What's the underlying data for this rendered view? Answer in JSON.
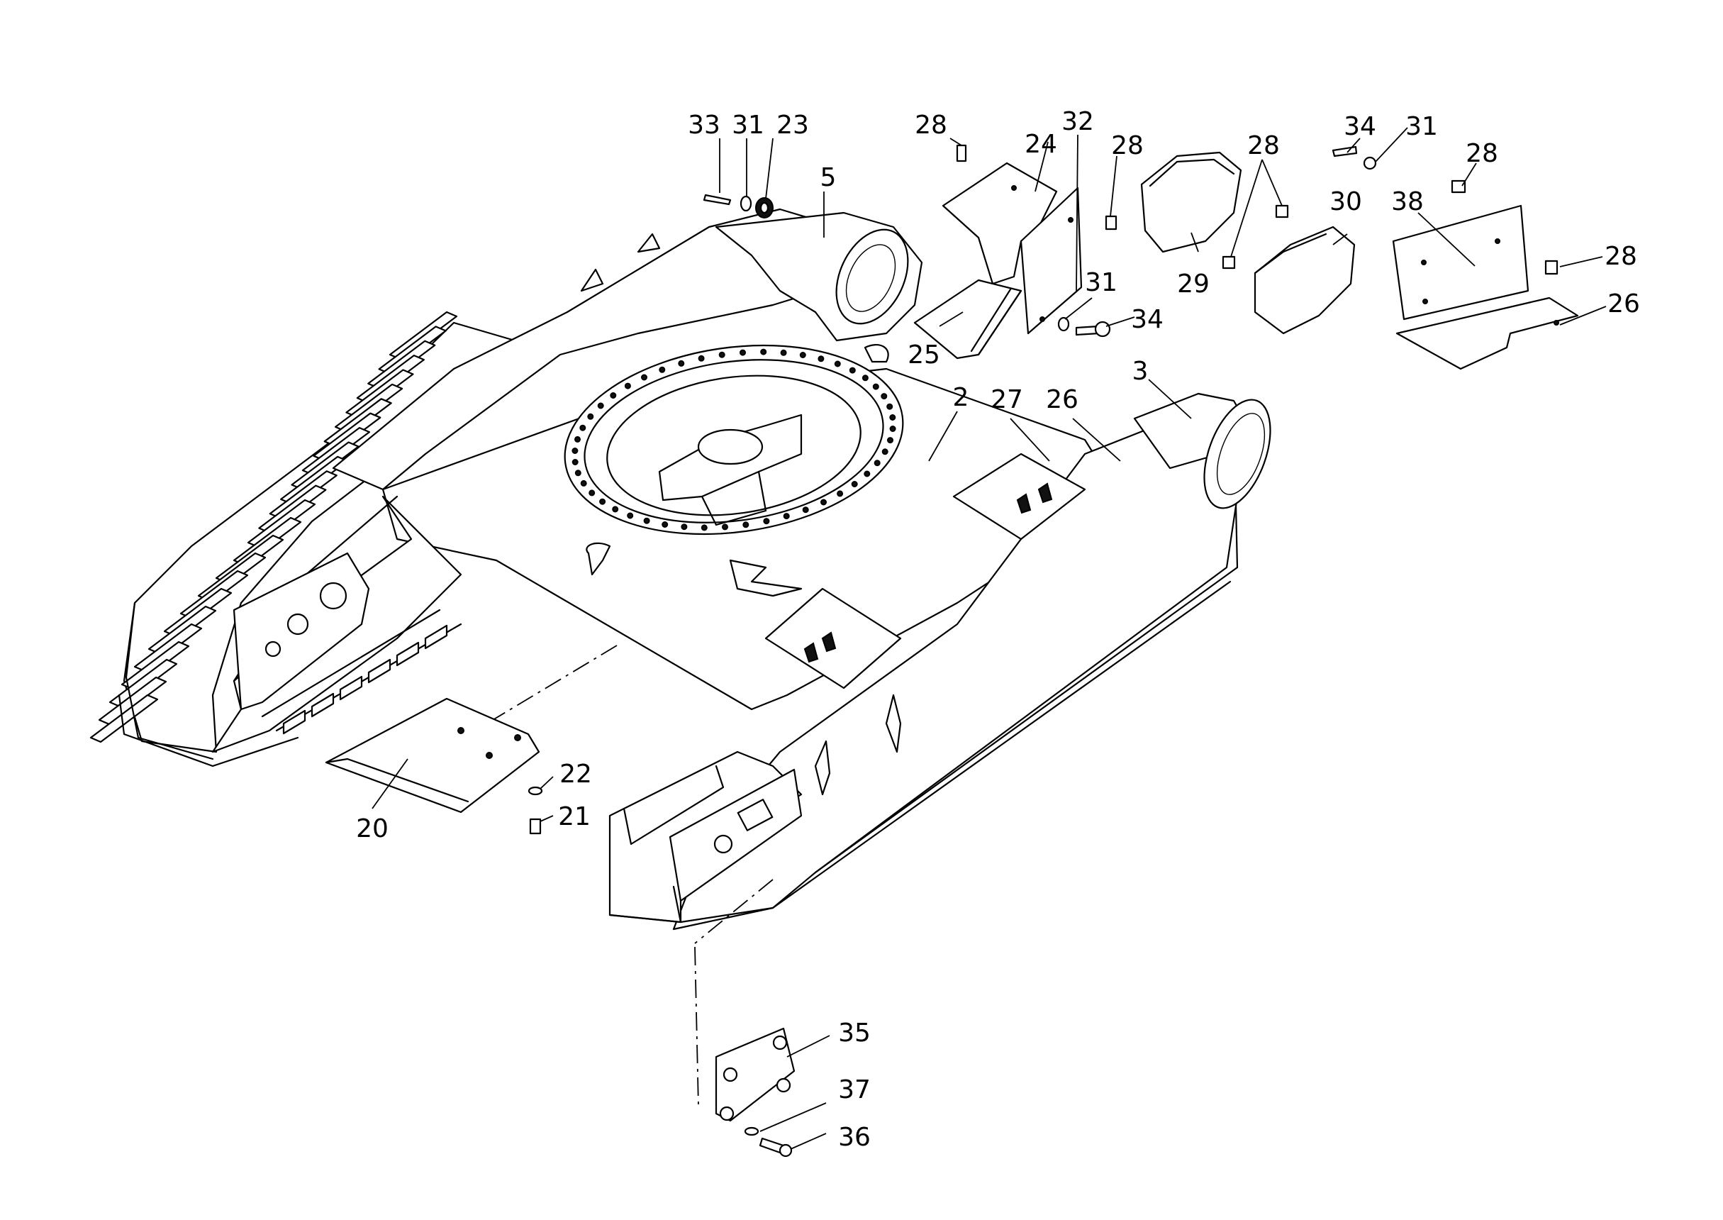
{
  "diagram": {
    "callouts": [
      {
        "id": "c33",
        "label": "33"
      },
      {
        "id": "c31a",
        "label": "31"
      },
      {
        "id": "c23",
        "label": "23"
      },
      {
        "id": "c5",
        "label": "5"
      },
      {
        "id": "c28a",
        "label": "28"
      },
      {
        "id": "c24",
        "label": "24"
      },
      {
        "id": "c32",
        "label": "32"
      },
      {
        "id": "c28b",
        "label": "28"
      },
      {
        "id": "c28c",
        "label": "28"
      },
      {
        "id": "c34a",
        "label": "34"
      },
      {
        "id": "c31b",
        "label": "31"
      },
      {
        "id": "c28d",
        "label": "28"
      },
      {
        "id": "c30",
        "label": "30"
      },
      {
        "id": "c38",
        "label": "38"
      },
      {
        "id": "c28e",
        "label": "28"
      },
      {
        "id": "c29",
        "label": "29"
      },
      {
        "id": "c31c",
        "label": "31"
      },
      {
        "id": "c34b",
        "label": "34"
      },
      {
        "id": "c25",
        "label": "25"
      },
      {
        "id": "c26a",
        "label": "26"
      },
      {
        "id": "c3",
        "label": "3"
      },
      {
        "id": "c2",
        "label": "2"
      },
      {
        "id": "c27",
        "label": "27"
      },
      {
        "id": "c26b",
        "label": "26"
      },
      {
        "id": "c22",
        "label": "22"
      },
      {
        "id": "c21",
        "label": "21"
      },
      {
        "id": "c20",
        "label": "20"
      },
      {
        "id": "c35",
        "label": "35"
      },
      {
        "id": "c37",
        "label": "37"
      },
      {
        "id": "c36",
        "label": "36"
      }
    ]
  }
}
